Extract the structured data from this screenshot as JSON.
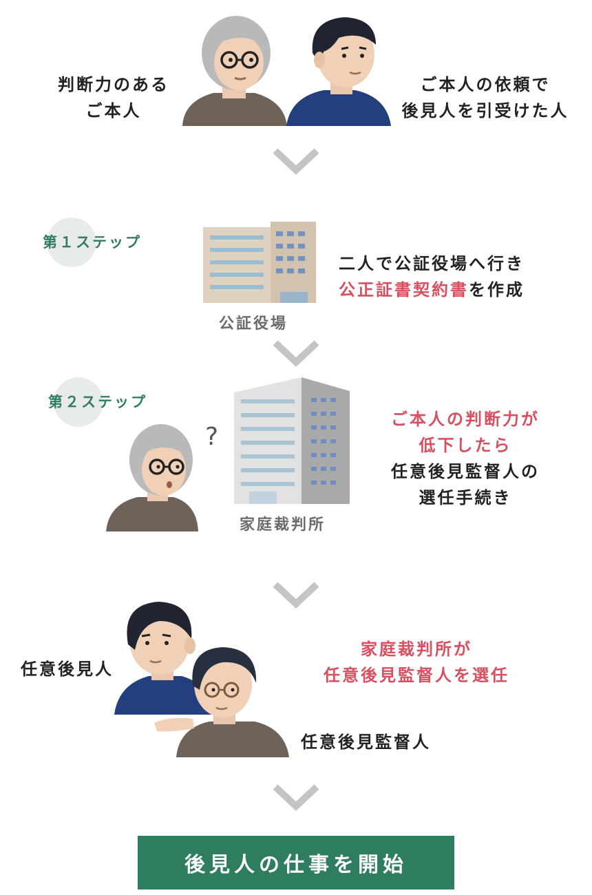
{
  "section1": {
    "left_lines": [
      "判断力のある",
      "ご本人"
    ],
    "right_lines": [
      "ご本人の依頼で",
      "後見人を引受けた人"
    ]
  },
  "step1": {
    "label": "第１ステップ",
    "building_caption": "公証役場",
    "desc_line1": "二人で公証役場へ行き",
    "desc_line2_red": "公正証書契約書",
    "desc_line2_rest": "を作成"
  },
  "step2": {
    "label": "第２ステップ",
    "building_caption": "家庭裁判所",
    "question_mark": "?",
    "desc_red_lines": [
      "ご本人の判断力が",
      "低下したら"
    ],
    "desc_lines": [
      "任意後見監督人の",
      "選任手続き"
    ]
  },
  "section4": {
    "left_label": "任意後見人",
    "red_lines": [
      "家庭裁判所が",
      "任意後見監督人を選任"
    ],
    "bottom_label": "任意後見監督人"
  },
  "final": {
    "label": "後見人の仕事を開始"
  },
  "colors": {
    "accent_green": "#2e7d5f",
    "step_green": "#2f7d5e",
    "red_text": "#d94f60",
    "chevron_gray": "#c4c4c4"
  }
}
